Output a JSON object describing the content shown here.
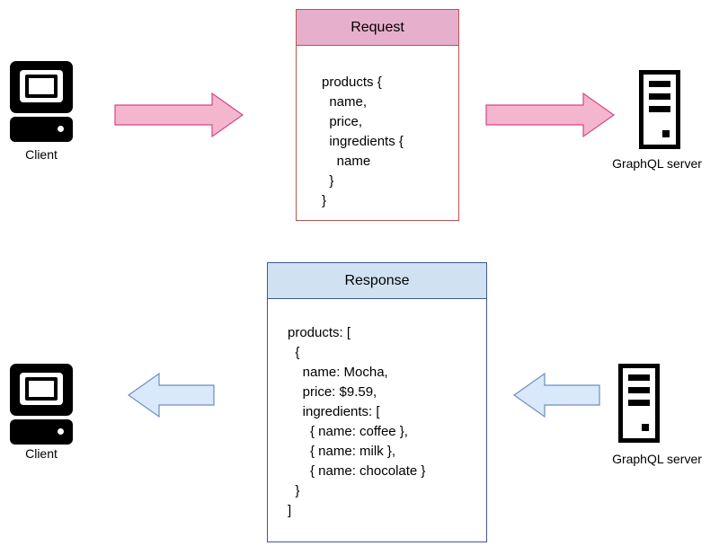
{
  "request": {
    "title": "Request",
    "lines": [
      "products {",
      "  name,",
      "  price,",
      "  ingredients {",
      "    name",
      "  }",
      "}"
    ],
    "client_label": "Client",
    "server_label": "GraphQL server"
  },
  "response": {
    "title": "Response",
    "lines": [
      "products: [",
      "  {",
      "    name: Mocha,",
      "    price: $9.59,",
      "    ingredients: [",
      "      { name: coffee },",
      "      { name: milk },",
      "      { name: chocolate }",
      "  }",
      "]"
    ],
    "client_label": "Client",
    "server_label": "GraphQL server"
  },
  "colors": {
    "request_fill": "#e6afcc",
    "request_arrow": "#f4b6cc",
    "response_fill": "#d0e2f2",
    "response_arrow": "#dae8fc"
  },
  "icons": [
    "computer-icon",
    "server-icon",
    "right-arrow-icon",
    "left-arrow-icon"
  ]
}
